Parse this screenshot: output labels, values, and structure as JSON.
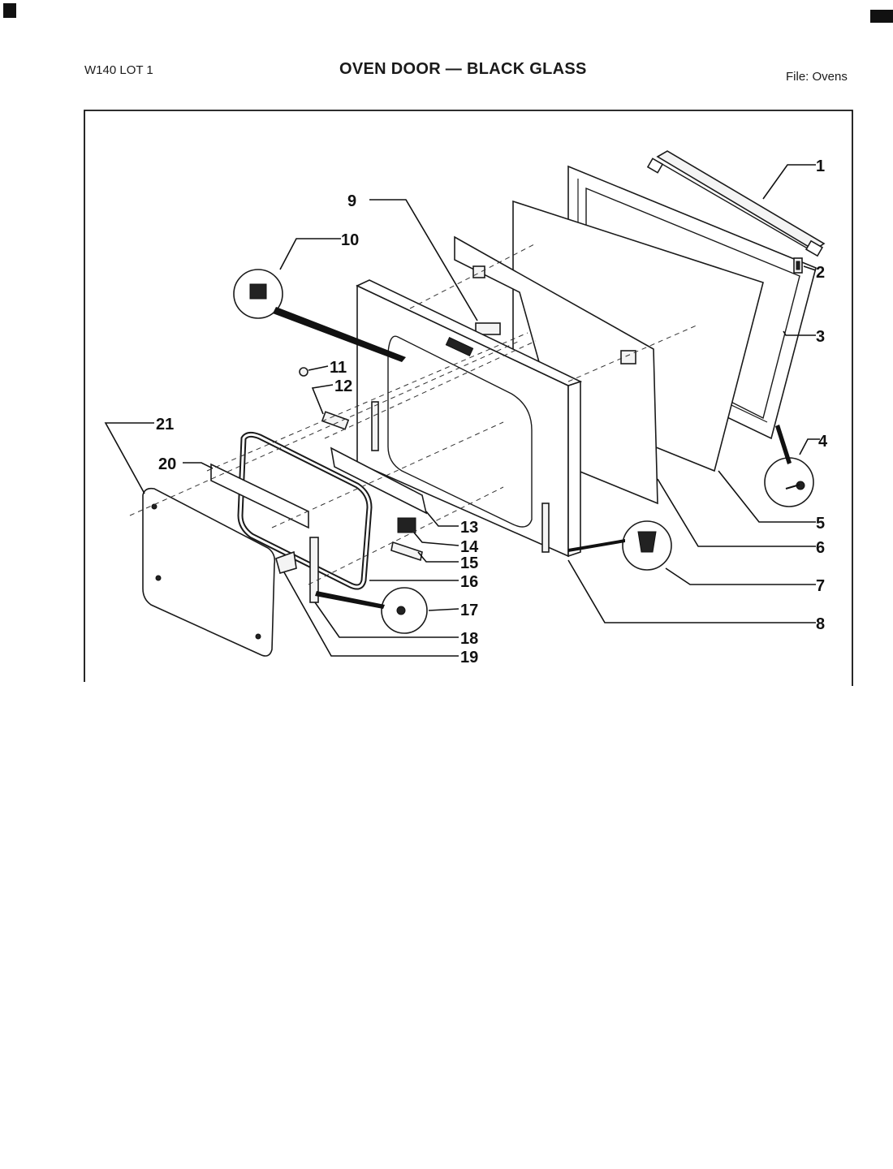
{
  "header": {
    "left": "W140 LOT 1",
    "title": "OVEN DOOR — BLACK GLASS",
    "right": "File: Ovens"
  },
  "callouts": [
    "1",
    "2",
    "3",
    "4",
    "5",
    "6",
    "7",
    "8",
    "9",
    "10",
    "11",
    "12",
    "13",
    "14",
    "15",
    "16",
    "17",
    "18",
    "19",
    "20",
    "21"
  ]
}
